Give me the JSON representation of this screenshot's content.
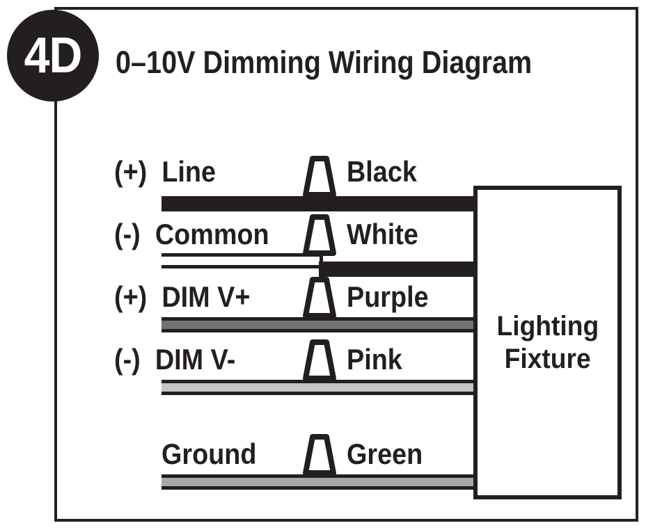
{
  "badge": {
    "label": "4D",
    "shape": "circle",
    "bg": "#231f20",
    "fg": "#ffffff"
  },
  "header": {
    "title": "0–10V Dimming Wiring Diagram"
  },
  "fixture": {
    "name": "lighting-fixture",
    "line1": "Lighting",
    "line2": "Fixture"
  },
  "colors": {
    "ink": "#231f20",
    "white": "#ffffff",
    "purple_core": "#737373",
    "pink_core": "#c4c4c4",
    "ground_core": "#a8a8a8"
  },
  "connector": {
    "name": "wire-nut",
    "shape": "trapezoid"
  },
  "rows": [
    {
      "id": "line",
      "polarity": "(+)",
      "source_label": "Line",
      "fixture_label": "Black",
      "left_wire_style": "solid-black",
      "right_wire_style": "solid-black",
      "core_color": "#231f20"
    },
    {
      "id": "common",
      "polarity": "(-)",
      "source_label": "Common",
      "fixture_label": "White",
      "left_wire_style": "white-outline",
      "right_wire_style": "solid-black",
      "core_color": "#ffffff"
    },
    {
      "id": "dim-v-plus",
      "polarity": "(+)",
      "source_label": "DIM V+",
      "fixture_label": "Purple",
      "left_wire_style": "gray-outline",
      "right_wire_style": "gray-outline",
      "core_color": "#737373"
    },
    {
      "id": "dim-v-minus",
      "polarity": "(-)",
      "source_label": "DIM V-",
      "fixture_label": "Pink",
      "left_wire_style": "gray-outline",
      "right_wire_style": "gray-outline",
      "core_color": "#c4c4c4"
    },
    {
      "id": "ground",
      "polarity": "",
      "source_label": "Ground",
      "fixture_label": "Green",
      "left_wire_style": "gray-outline",
      "right_wire_style": "gray-outline",
      "core_color": "#a8a8a8"
    }
  ]
}
